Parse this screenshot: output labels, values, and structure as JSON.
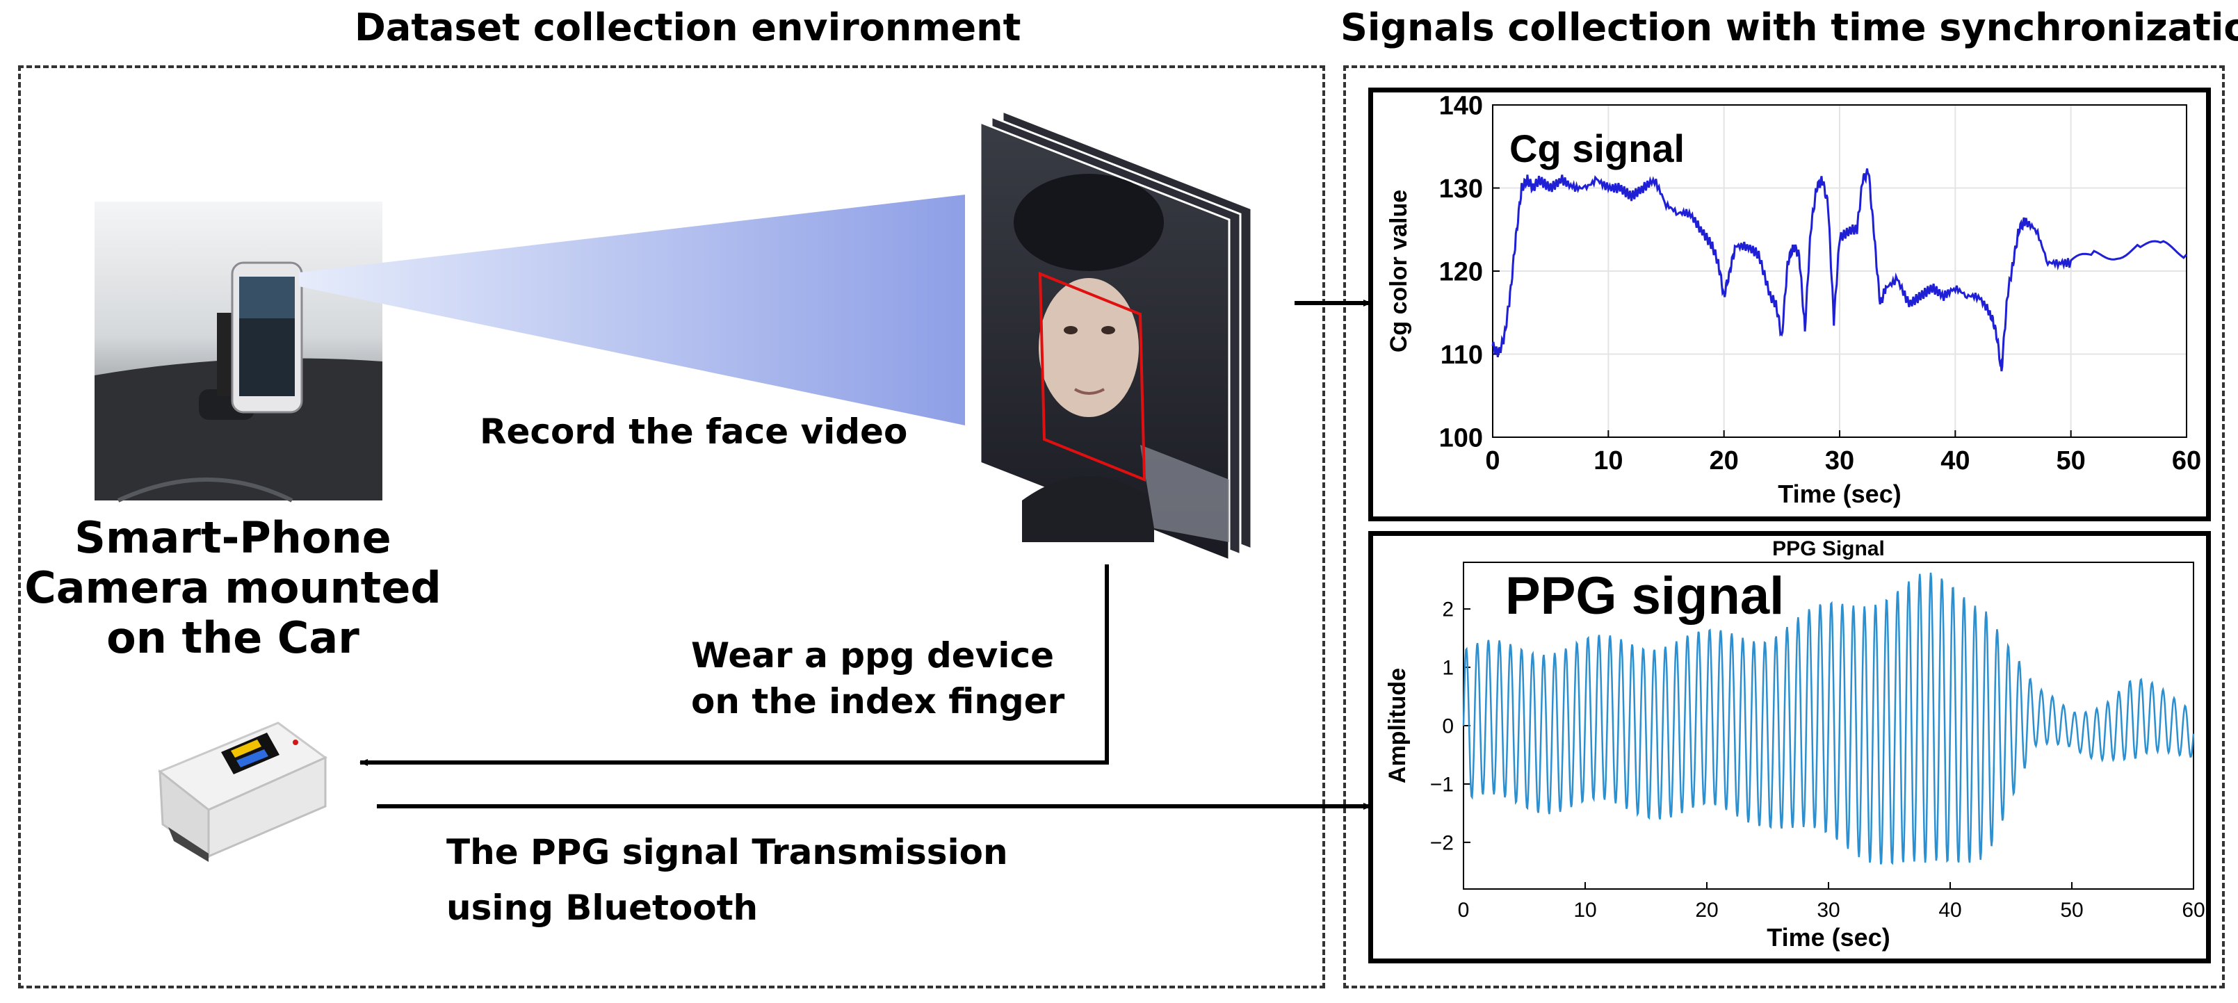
{
  "headers": {
    "left": "Dataset collection environment",
    "right": "Signals collection with time synchronization"
  },
  "labels": {
    "phone_caption": [
      "Smart-Phone",
      "Camera mounted",
      "on the Car"
    ],
    "record": "Record the face video",
    "wear": [
      "Wear a ppg device",
      "on the index finger"
    ],
    "transmission": [
      "The PPG signal Transmission",
      "using Bluetooth"
    ]
  },
  "colors": {
    "cg_line": "#1f1fd6",
    "ppg_line": "#2b8fd0",
    "roi_box": "#e01010",
    "beam": "#aab8ee",
    "grid": "#e4e4e4"
  },
  "icons": {
    "phone": "smartphone-on-dashboard-mount",
    "face": "face-video-frames",
    "ppg_device": "finger-pulse-oximeter"
  },
  "chart_data": [
    {
      "type": "line",
      "title": "",
      "annotation": "Cg signal",
      "xlabel": "Time (sec)",
      "ylabel": "Cg color value",
      "xlim": [
        0,
        60
      ],
      "ylim": [
        100,
        140
      ],
      "xticks": [
        0,
        10,
        20,
        30,
        40,
        50,
        60
      ],
      "yticks": [
        100,
        110,
        120,
        130,
        140
      ],
      "grid": true,
      "series": [
        {
          "x": [
            0,
            0.5,
            1,
            1.5,
            2,
            2.5,
            3,
            3.5,
            4,
            5,
            6,
            7,
            8,
            9,
            10,
            11,
            12,
            13,
            14,
            15,
            16,
            17,
            18,
            19,
            19.5,
            20,
            20.5,
            21,
            22,
            23,
            24,
            24.5,
            25,
            25.5,
            26,
            26.5,
            27,
            27.5,
            28,
            28.5,
            29,
            29.5,
            30,
            31,
            31.5,
            32,
            32.5,
            33,
            33.5,
            34,
            35,
            36,
            37,
            38,
            39,
            40,
            41,
            42,
            43,
            43.5,
            44,
            44.5,
            45,
            45.5,
            46,
            47,
            48,
            49,
            50,
            52,
            54,
            56,
            58,
            60
          ],
          "y": [
            111,
            110,
            112,
            117,
            124,
            130,
            131,
            130,
            131,
            130,
            131,
            130,
            130,
            131,
            130,
            130,
            129,
            130,
            131,
            128,
            127,
            127,
            125,
            123,
            121,
            117,
            120,
            123,
            123,
            122,
            117,
            116,
            112,
            121,
            123,
            122,
            113,
            125,
            130,
            131,
            128,
            114,
            124,
            125,
            125,
            131,
            132,
            124,
            116,
            118,
            119,
            116,
            117,
            118,
            117,
            118,
            117,
            117,
            115,
            113,
            108,
            117,
            121,
            125,
            126,
            125,
            121,
            121,
            121,
            122,
            122,
            123,
            123,
            122
          ]
        }
      ]
    },
    {
      "type": "line",
      "title": "PPG Signal",
      "annotation": "PPG signal",
      "xlabel": "Time (sec)",
      "ylabel": "Amplitude",
      "xlim": [
        0,
        60
      ],
      "ylim": [
        -2.8,
        2.8
      ],
      "xticks": [
        0,
        10,
        20,
        30,
        40,
        50,
        60
      ],
      "yticks": [
        -2,
        -1,
        0,
        1,
        2
      ],
      "grid": false,
      "series": [
        {
          "envelope_t": [
            0,
            5,
            10,
            15,
            18,
            20,
            25,
            30,
            35,
            38,
            40,
            43,
            45,
            47,
            50,
            53,
            55,
            58,
            60
          ],
          "envelope_amp": [
            1.3,
            1.35,
            1.4,
            1.45,
            1.5,
            1.5,
            1.6,
            2.0,
            2.3,
            2.5,
            2.4,
            2.1,
            1.3,
            0.5,
            0.3,
            0.5,
            0.7,
            0.5,
            0.4
          ],
          "cycles_per_sec": 1.1
        }
      ]
    }
  ]
}
